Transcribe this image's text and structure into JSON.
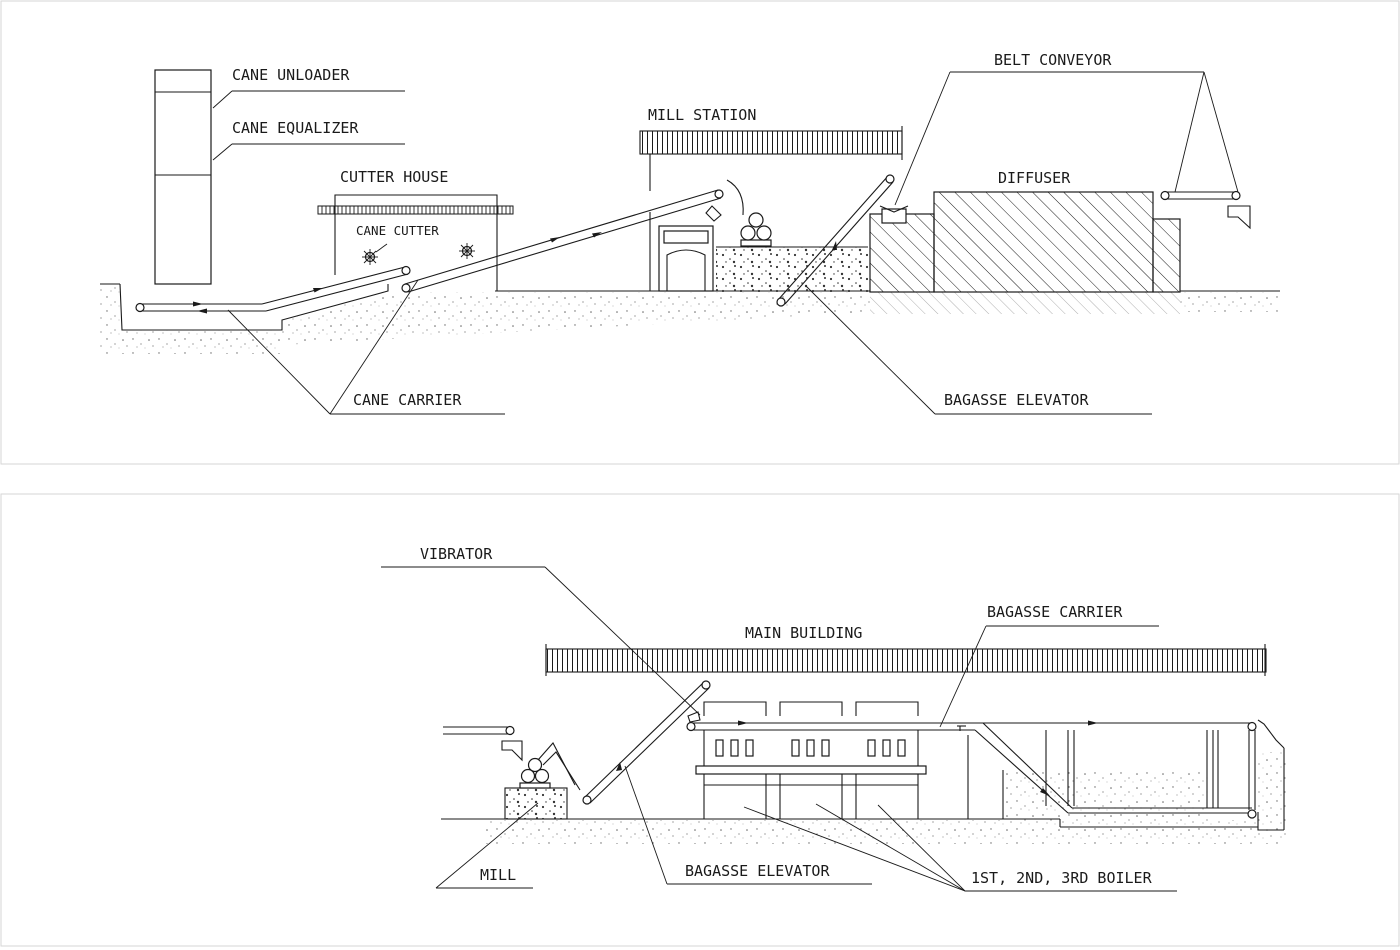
{
  "top_panel": {
    "labels": {
      "cane_unloader": "CANE UNLOADER",
      "cane_equalizer": "CANE EQUALIZER",
      "cutter_house": "CUTTER HOUSE",
      "cane_cutter": "CANE CUTTER",
      "mill_station": "MILL STATION",
      "belt_conveyor": "BELT CONVEYOR",
      "diffuser": "DIFFUSER",
      "cane_carrier": "CANE CARRIER",
      "bagasse_elevator": "BAGASSE ELEVATOR"
    }
  },
  "bottom_panel": {
    "labels": {
      "vibrator": "VIBRATOR",
      "main_building": "MAIN BUILDING",
      "bagasse_carrier": "BAGASSE CARRIER",
      "mill": "MILL",
      "bagasse_elevator": "BAGASSE ELEVATOR",
      "boilers": "1ST, 2ND, 3RD BOILER"
    }
  },
  "colors": {
    "line": "#1a1a1a",
    "panel_border": "#d6d6d6",
    "background": "#ffffff"
  }
}
